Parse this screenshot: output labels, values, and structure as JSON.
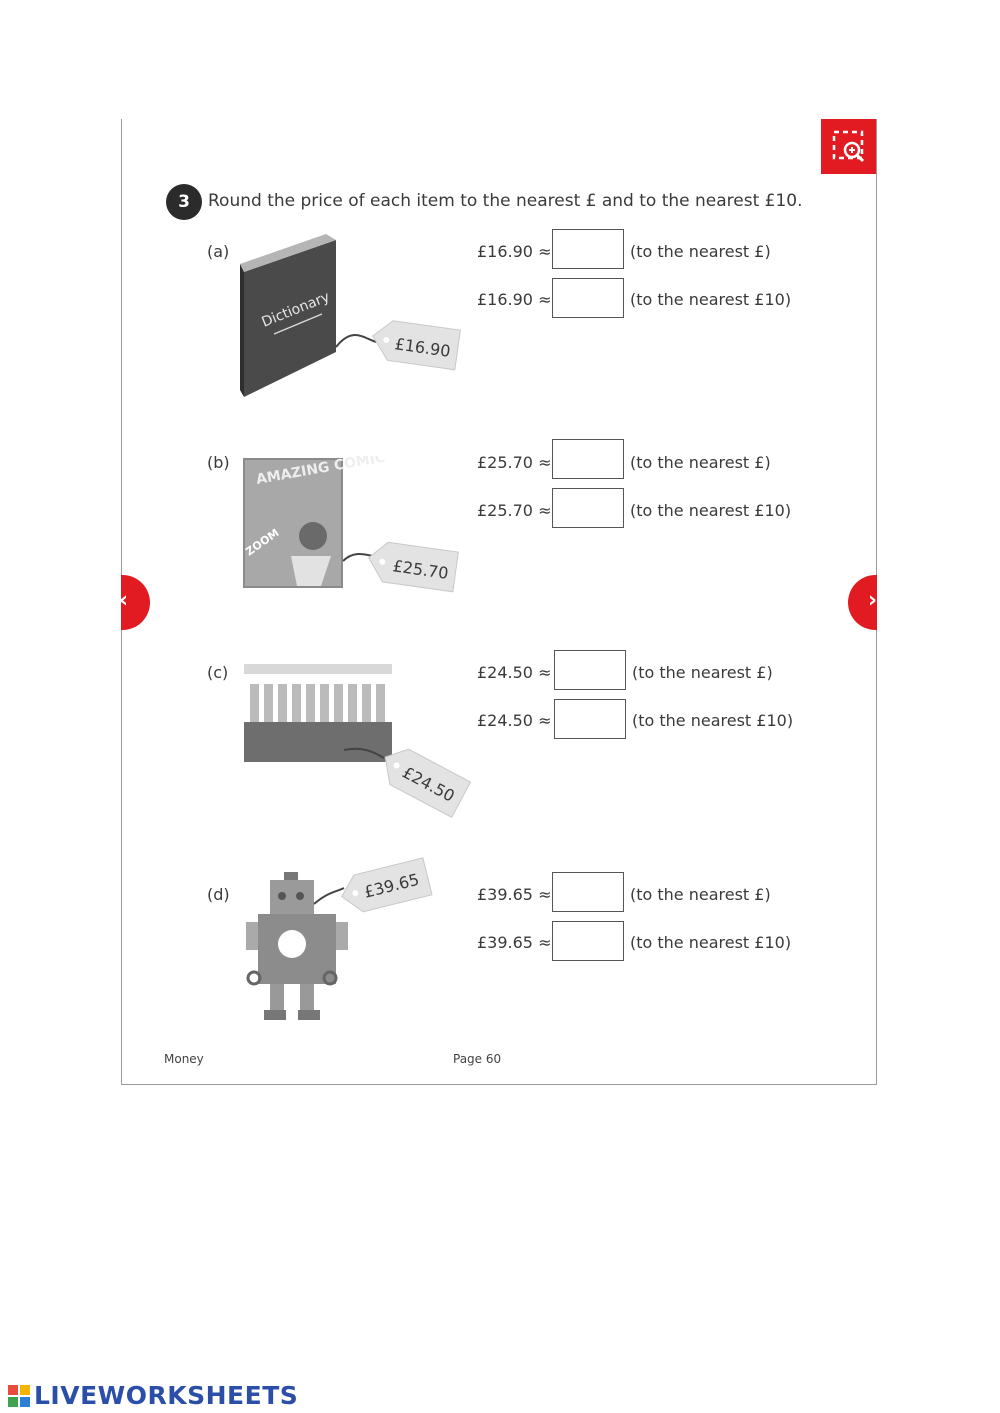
{
  "question": {
    "number": "3",
    "instruction": "Round the price of each item to the nearest £ and to the nearest £10."
  },
  "items": [
    {
      "label": "(a)",
      "tag": "£16.90",
      "item_text": "Dictionary",
      "rows": [
        {
          "prefix": "£16.90 ≈",
          "note": "(to the nearest £)",
          "value": ""
        },
        {
          "prefix": "£16.90 ≈",
          "note": "(to the nearest £10)",
          "value": ""
        }
      ]
    },
    {
      "label": "(b)",
      "tag": "£25.70",
      "item_text": "AMAZING COMIC",
      "item_text2": "ZOOM",
      "rows": [
        {
          "prefix": "£25.70 ≈",
          "note": "(to the nearest £)",
          "value": ""
        },
        {
          "prefix": "£25.70 ≈",
          "note": "(to the nearest £10)",
          "value": ""
        }
      ]
    },
    {
      "label": "(c)",
      "tag": "£24.50",
      "rows": [
        {
          "prefix": "£24.50 ≈",
          "note": "(to the nearest £)",
          "value": ""
        },
        {
          "prefix": "£24.50 ≈",
          "note": "(to the nearest £10)",
          "value": ""
        }
      ]
    },
    {
      "label": "(d)",
      "tag": "£39.65",
      "rows": [
        {
          "prefix": "£39.65 ≈",
          "note": "(to the nearest £)",
          "value": ""
        },
        {
          "prefix": "£39.65 ≈",
          "note": "(to the nearest £10)",
          "value": ""
        }
      ]
    }
  ],
  "footer": {
    "left": "Money",
    "page": "Page 60"
  },
  "brand": "LIVEWORKSHEETS",
  "colors": {
    "accent": "#e21b23",
    "brand": "#2b4fa8"
  },
  "icons": {
    "zoom": "zoom-in-icon",
    "prev": "chevron-left-icon",
    "next": "chevron-right-icon"
  }
}
